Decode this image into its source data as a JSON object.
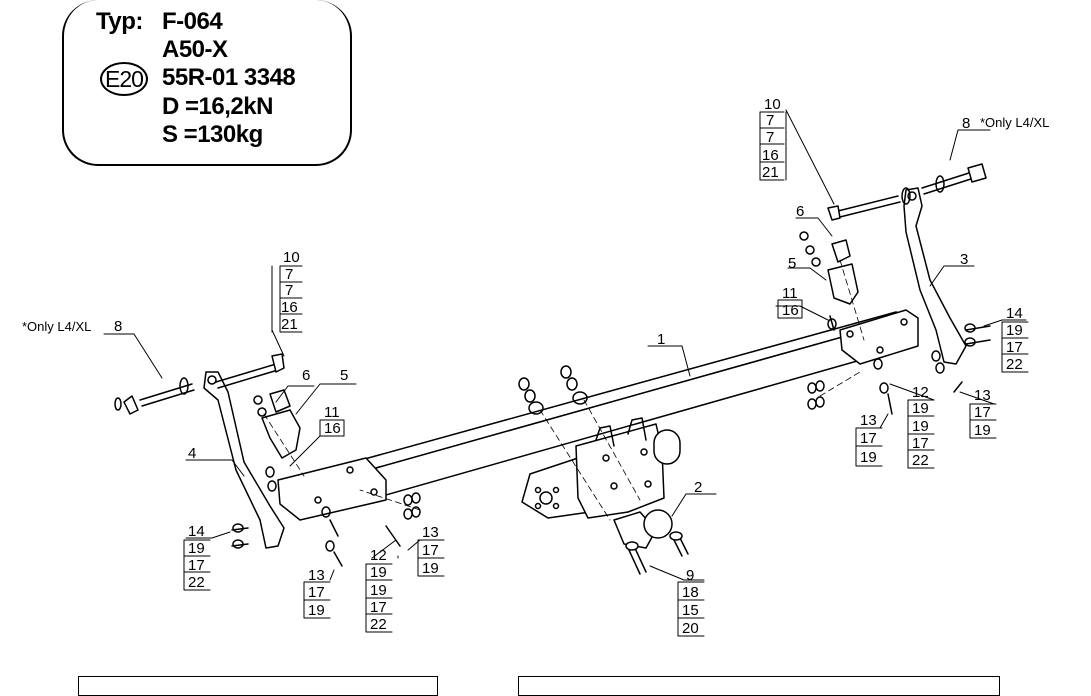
{
  "spec": {
    "typ_label": "Typ:",
    "model": "F-064",
    "class": "A50-X",
    "approval_mark": "E20",
    "approval_number": "55R-01 3348",
    "d_value": "D =16,2kN",
    "s_value": "S =130kg"
  },
  "notes": {
    "only_l4xl_left": "*Only L4/XL",
    "only_l4xl_right": "*Only L4/XL"
  },
  "parts": {
    "p1": "1",
    "p2": "2",
    "p3": "3",
    "p4": "4",
    "p5": "5",
    "p6": "6",
    "p8": "8",
    "p9": "9",
    "p10": "10",
    "p11": "11",
    "p12": "12",
    "p13": "13",
    "p14": "14",
    "n7": "7",
    "n15": "15",
    "n16": "16",
    "n17": "17",
    "n18": "18",
    "n19": "19",
    "n20": "20",
    "n21": "21",
    "n22": "22"
  },
  "colors": {
    "line": "#000000",
    "background": "#ffffff"
  }
}
